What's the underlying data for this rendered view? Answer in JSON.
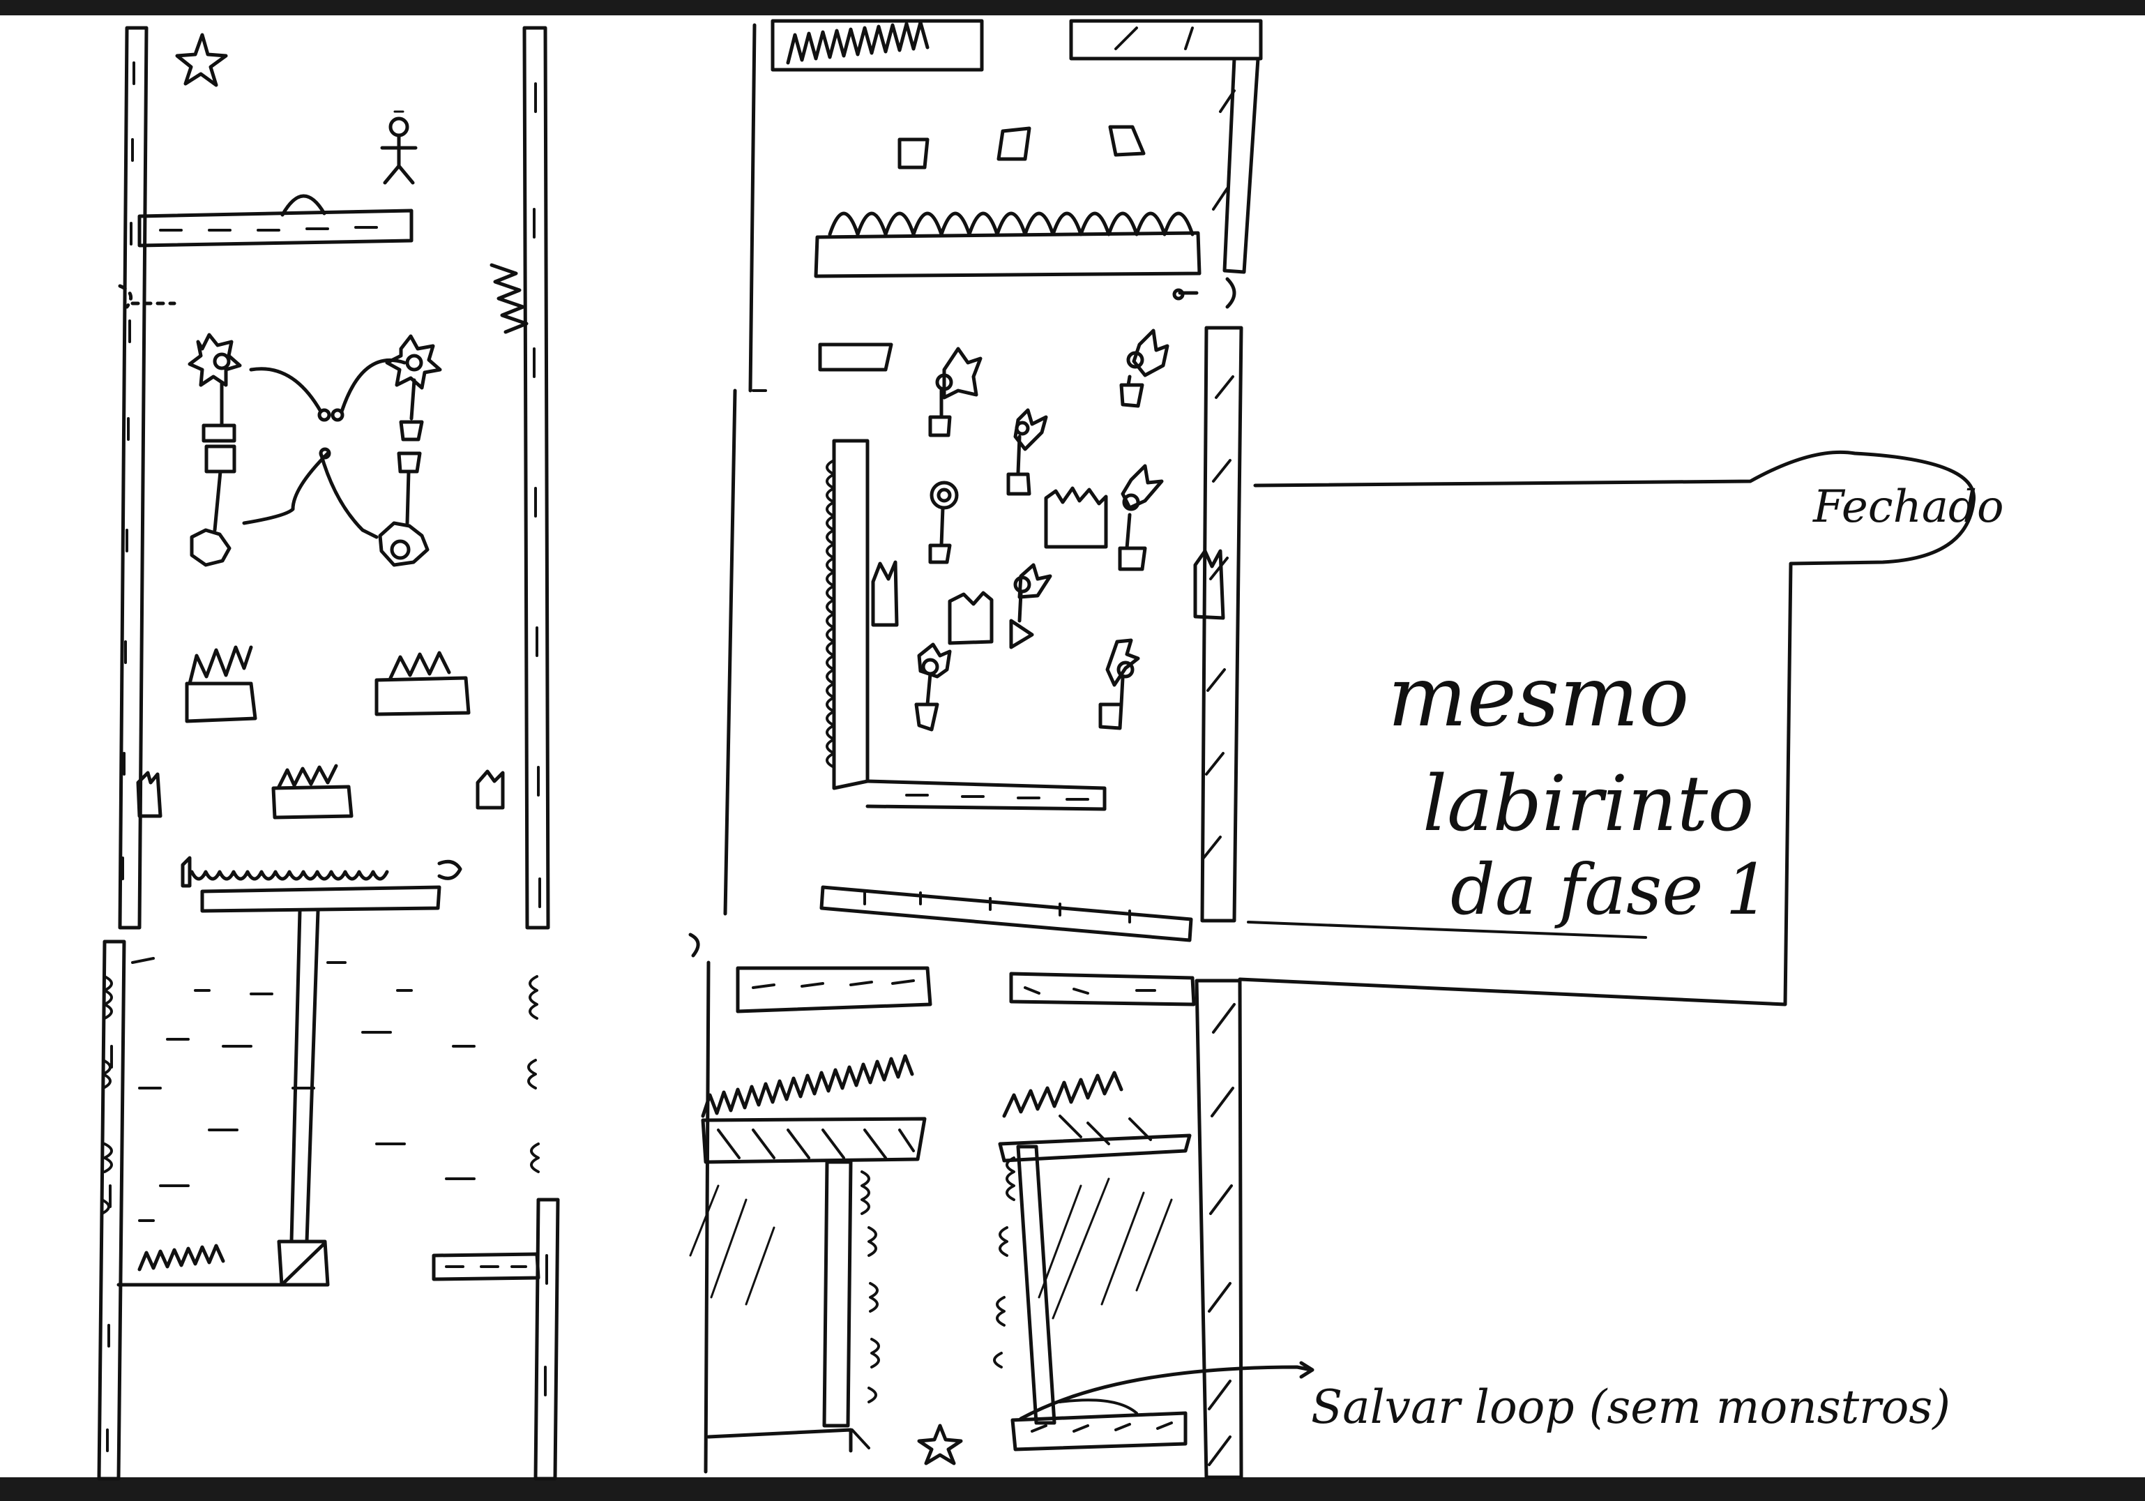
{
  "sketch": {
    "colors": {
      "ink": "#111111",
      "paper": "#ffffff",
      "edge": "#1a1a1a"
    },
    "labels": {
      "closed_tab": "Fechado",
      "note_line_1": "mesmo",
      "note_line_2": "labirinto",
      "note_line_3": "da fase 1",
      "save_loop": "Salvar loop (sem monstros)"
    },
    "icons": [
      "star-icon",
      "stick-figure-player-icon",
      "flower-enemy-icon",
      "spike-trap-icon",
      "save-point-icon"
    ]
  }
}
